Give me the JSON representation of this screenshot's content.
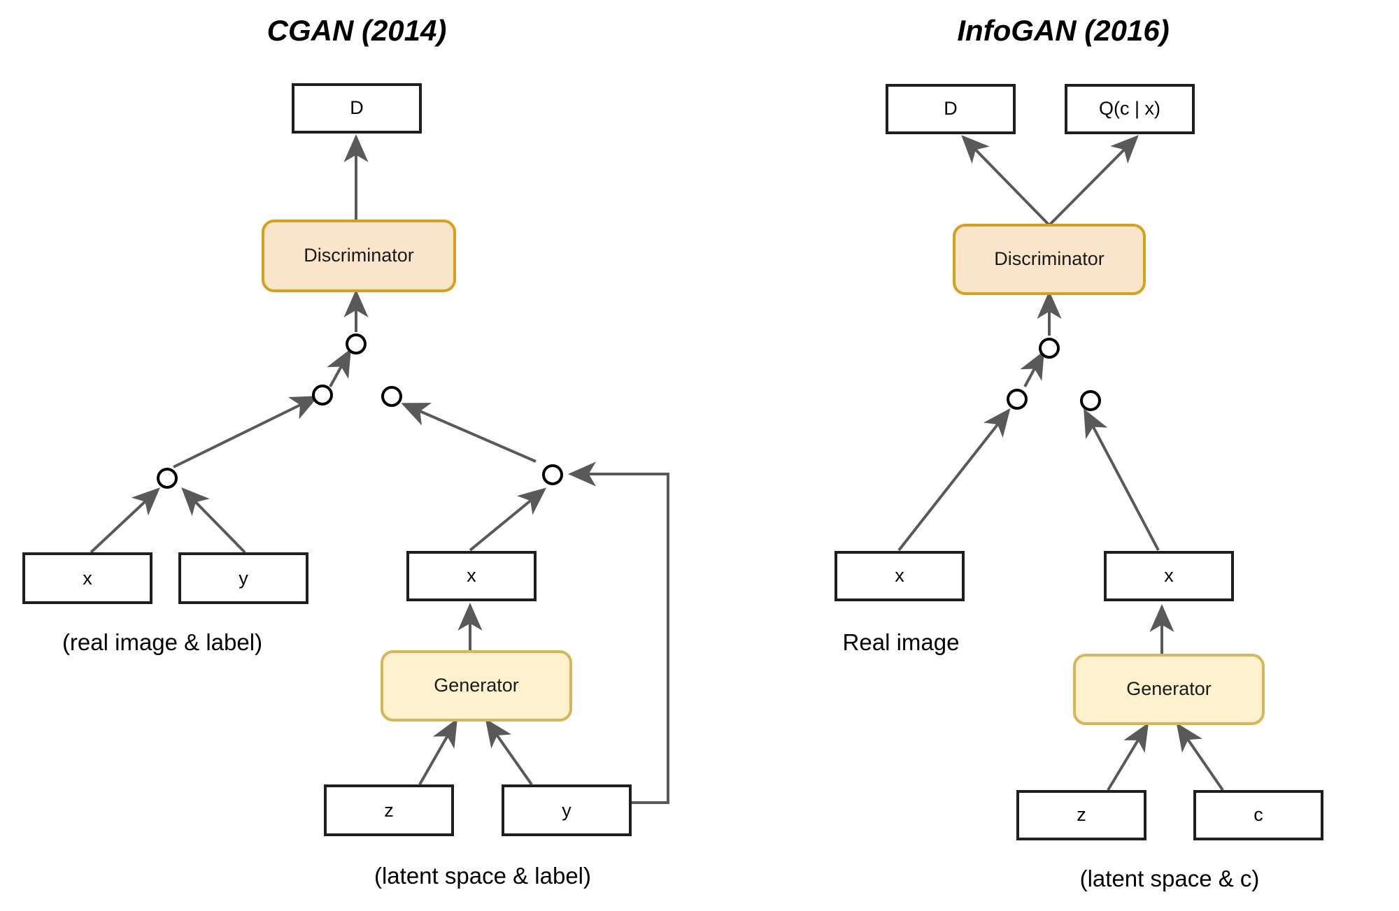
{
  "figure": {
    "background_color": "#ffffff",
    "edge_color": "#595959",
    "box_stroke_color": "#1f1f1f",
    "discriminator_fill": "#fae5ca",
    "discriminator_stroke": "#d6a01d",
    "generator_fill": "#fdf2cd",
    "generator_stroke": "#d6b656"
  },
  "panels": [
    {
      "id": "cgan",
      "title": "CGAN (2014)",
      "nodes": {
        "d_out": "D",
        "discriminator": "Discriminator",
        "real_x": "x",
        "real_y": "y",
        "fake_x": "x",
        "generator": "Generator",
        "latent_z": "z",
        "latent_y": "y"
      },
      "captions": {
        "real": "(real image & label)",
        "latent": "(latent space & label)"
      }
    },
    {
      "id": "infogan",
      "title": "InfoGAN (2016)",
      "nodes": {
        "d_out": "D",
        "q_out": "Q(c | x)",
        "discriminator": "Discriminator",
        "real_x": "x",
        "fake_x": "x",
        "generator": "Generator",
        "latent_z": "z",
        "latent_c": "c"
      },
      "captions": {
        "real": "Real image",
        "latent": "(latent space & c)"
      }
    }
  ]
}
